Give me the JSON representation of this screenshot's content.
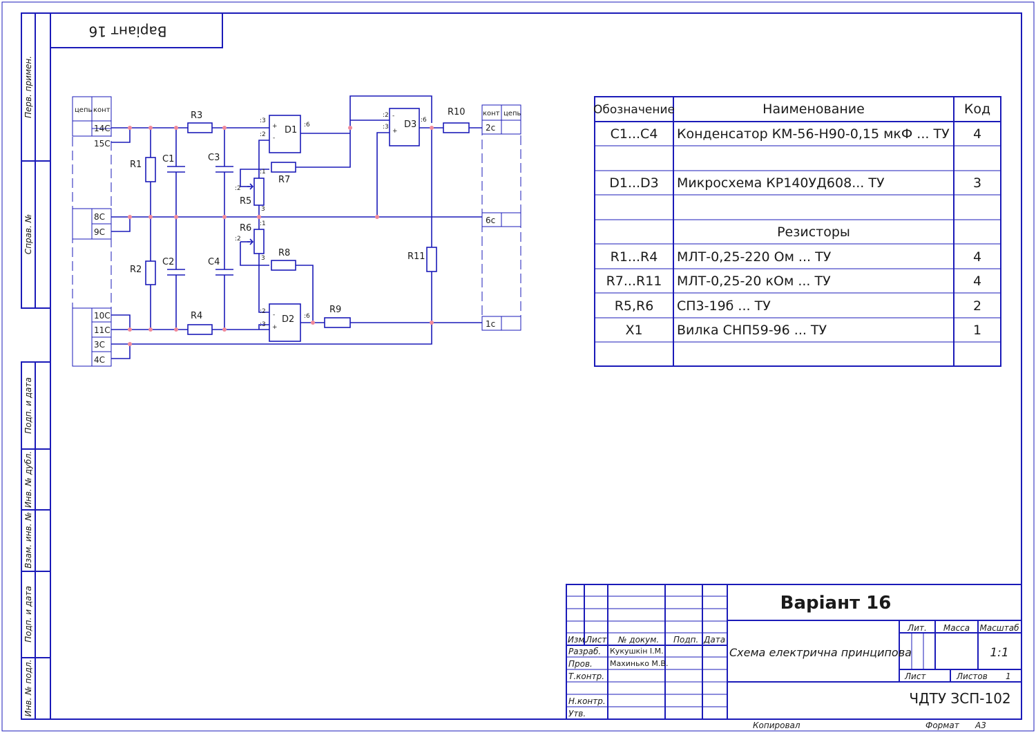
{
  "variant_label_rotated": "Варіант 16",
  "side_labels": [
    "Перв. примен.",
    "Справ. №",
    "Подп. и дата",
    "Инв. № дубл.",
    "Взам. инв. №",
    "Подп. и дата",
    "Инв. № подл."
  ],
  "left_connector": {
    "headers": [
      "цепь",
      "конт"
    ],
    "contacts": [
      "14C",
      "15C",
      "8C",
      "9C",
      "10C",
      "11C",
      "3C",
      "4C"
    ]
  },
  "right_connector": {
    "headers": [
      "конт",
      "цепь"
    ],
    "contacts": [
      "2c",
      "6c",
      "1c"
    ]
  },
  "components": {
    "resistors": [
      "R1",
      "R2",
      "R3",
      "R4",
      "R5",
      "R6",
      "R7",
      "R8",
      "R9",
      "R10",
      "R11"
    ],
    "capacitors": [
      "C1",
      "C2",
      "C3",
      "C4"
    ],
    "chips": [
      "D1",
      "D2",
      "D3"
    ],
    "pins": {
      "p1": ":1",
      "p2": ":2",
      "p3": ":3",
      "p6": ":6",
      "plus": "+",
      "minus": "-",
      "n1": "1",
      "n3": "3"
    }
  },
  "parts_table": {
    "headers": [
      "Обозначение",
      "Наименование",
      "Код"
    ],
    "rows": [
      {
        "designation": "C1...C4",
        "name": "Конденсатор КМ-56-Н90-0,15 мкФ ... ТУ",
        "code": "4"
      },
      {
        "designation": "",
        "name": "",
        "code": ""
      },
      {
        "designation": "D1...D3",
        "name": "Микросхема КР140УД608... ТУ",
        "code": "3"
      },
      {
        "designation": "",
        "name": "",
        "code": ""
      },
      {
        "designation": "",
        "name": "Резисторы",
        "code": ""
      },
      {
        "designation": "R1...R4",
        "name": "МЛТ-0,25-220 Ом ... ТУ",
        "code": "4"
      },
      {
        "designation": "R7...R11",
        "name": "МЛТ-0,25-20 кОм ... ТУ",
        "code": "4"
      },
      {
        "designation": "R5,R6",
        "name": "СП3-19б ... ТУ",
        "code": "2"
      },
      {
        "designation": "X1",
        "name": "Вилка СНП59-96 ... ТУ",
        "code": "1"
      },
      {
        "designation": "",
        "name": "",
        "code": ""
      }
    ]
  },
  "title_block": {
    "variant": "Варіант 16",
    "doc_title": "Схема електрична принципова",
    "organization": "ЧДТУ ЗСП-102",
    "col_headers": [
      "Изм.",
      "Лист",
      "№ докум.",
      "Подп.",
      "Дата"
    ],
    "roles": [
      "Разраб.",
      "Пров.",
      "Т.контр.",
      "Н.контр.",
      "Утв."
    ],
    "developer": "Кукушкін І.М.",
    "checker": "Махинько М.В.",
    "lit_label": "Лит.",
    "mass_label": "Масса",
    "scale_label": "Масштаб",
    "scale_value": "1:1",
    "sheet_label": "Лист",
    "sheets_label": "Листов",
    "sheets_value": "1",
    "copied_label": "Копировал",
    "format_label": "Формат",
    "format_value": "A3"
  }
}
